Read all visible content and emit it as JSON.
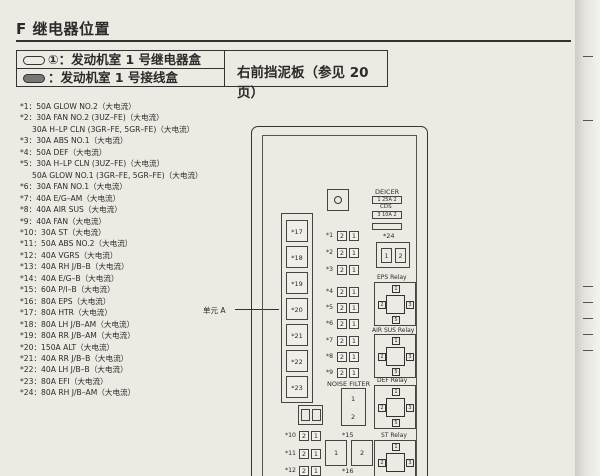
{
  "section_title": "F 继电器位置",
  "legend": {
    "row1_marker": "①",
    "row1_text": "：发动机室 1 号继电器盒",
    "row2_text": "：发动机室 1 号接线盒",
    "location": "右前挡泥板（参见 20 页）"
  },
  "list": [
    {
      "text": "*1：50A GLOW NO.2（大电流）",
      "indent": false
    },
    {
      "text": "*2：30A FAN NO.2 (3UZ–FE)（大电流）",
      "indent": false
    },
    {
      "text": "30A H–LP CLN (3GR–FE, 5GR–FE)（大电流）",
      "indent": true
    },
    {
      "text": "*3：30A ABS NO.1（大电流）",
      "indent": false
    },
    {
      "text": "*4：50A DEF（大电流）",
      "indent": false
    },
    {
      "text": "*5：30A H–LP CLN (3UZ–FE)（大电流）",
      "indent": false
    },
    {
      "text": "50A GLOW NO.1 (3GR–FE, 5GR–FE)（大电流）",
      "indent": true
    },
    {
      "text": "*6：30A FAN NO.1（大电流）",
      "indent": false
    },
    {
      "text": "*7：40A E/G–AM（大电流）",
      "indent": false
    },
    {
      "text": "*8：40A AIR SUS（大电流）",
      "indent": false
    },
    {
      "text": "*9：40A FAN（大电流）",
      "indent": false
    },
    {
      "text": "*10：30A ST（大电流）",
      "indent": false
    },
    {
      "text": "*11：50A ABS NO.2（大电流）",
      "indent": false
    },
    {
      "text": "*12：40A VGRS（大电流）",
      "indent": false
    },
    {
      "text": "*13：40A RH J/B–B（大电流）",
      "indent": false
    },
    {
      "text": "*14：40A E/G–B（大电流）",
      "indent": false
    },
    {
      "text": "*15：60A P/I–B（大电流）",
      "indent": false
    },
    {
      "text": "*16：80A EPS（大电流）",
      "indent": false
    },
    {
      "text": "*17：80A HTR（大电流）",
      "indent": false
    },
    {
      "text": "*18：80A LH J/B–AM（大电流）",
      "indent": false
    },
    {
      "text": "*19：80A RR J/B–AM（大电流）",
      "indent": false
    },
    {
      "text": "*20：150A ALT（大电流）",
      "indent": false
    },
    {
      "text": "*21：40A RR J/B–B（大电流）",
      "indent": false
    },
    {
      "text": "*22：40A LH J/B–B（大电流）",
      "indent": false
    },
    {
      "text": "*23：80A EFI（大电流）",
      "indent": false
    },
    {
      "text": "*24：80A RH J/B–AM（大电流）",
      "indent": false
    }
  ],
  "diagram": {
    "unit_label": "单元 A",
    "big_fuses": [
      "*17",
      "*18",
      "*19",
      "*20",
      "*21",
      "*22",
      "*23"
    ],
    "small_fuse_labels": [
      "*1",
      "*2",
      "*3",
      "*4",
      "*5",
      "*6",
      "*7",
      "*8",
      "*9"
    ],
    "lower_fuse_labels": [
      "*10",
      "*11",
      "*12"
    ],
    "deicer_label": "DEICER",
    "deicer_codes": [
      "1 25A 2",
      "CDS",
      "3 10A 2"
    ],
    "label_24": "*24",
    "pins": [
      "1",
      "2"
    ],
    "noise_filter": "NOISE FILTER",
    "label_15": "*15",
    "label_16": "*16",
    "eps_relay": "EPS Relay",
    "air_sus_relay": "AIR SUS Relay",
    "def_relay": "DEF Relay",
    "st_relay": "ST Relay",
    "relay_pins": [
      "1",
      "2",
      "3",
      "5"
    ]
  }
}
